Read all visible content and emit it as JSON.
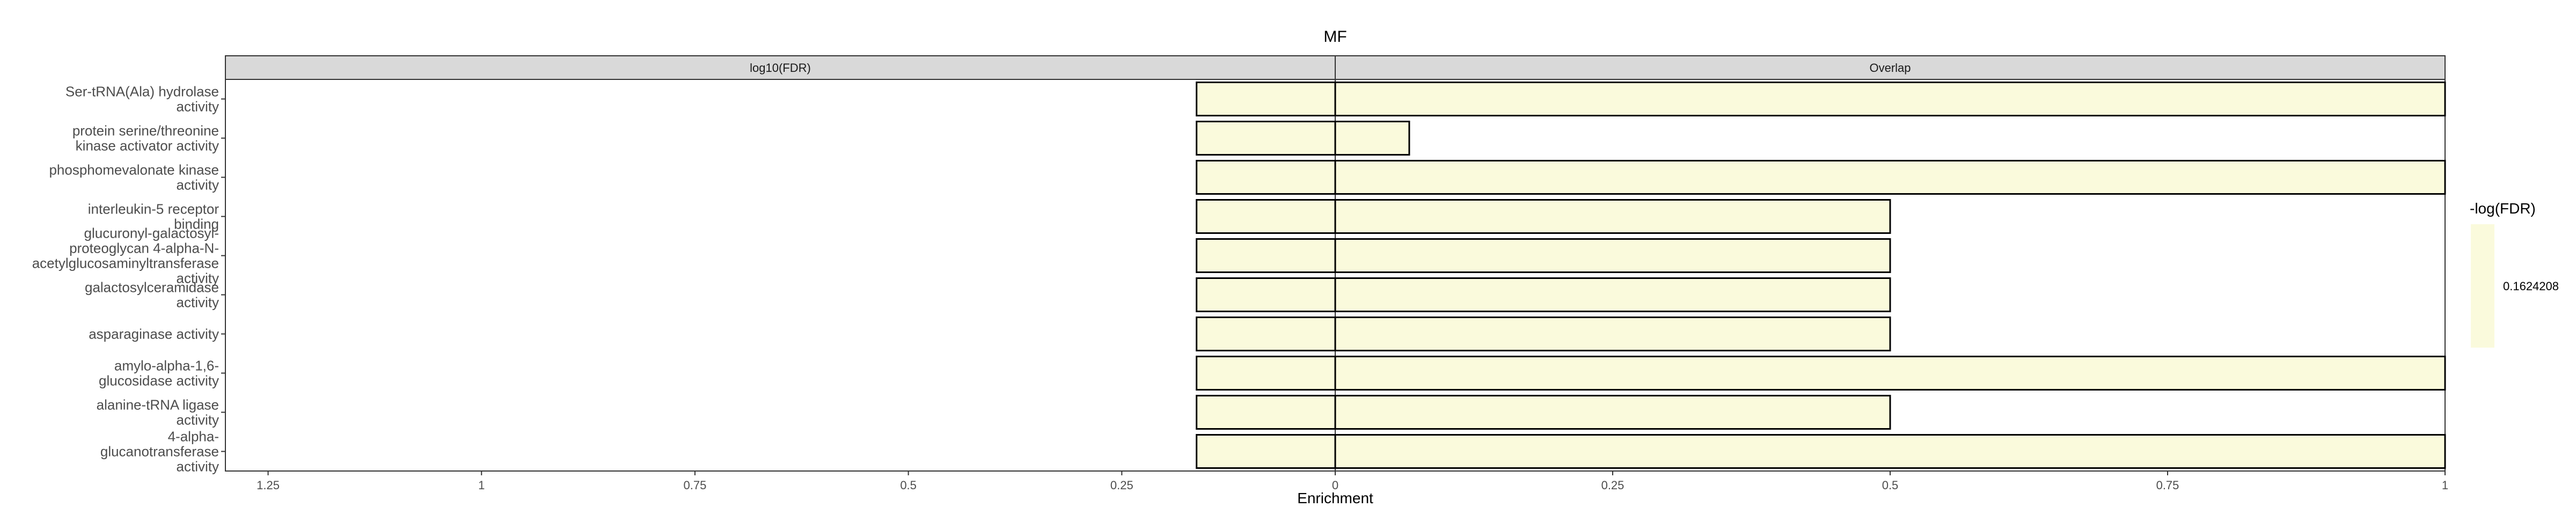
{
  "chart_data": {
    "type": "bar",
    "title": "MF",
    "xlabel": "Enrichment",
    "facets": [
      "log10(FDR)",
      "Overlap"
    ],
    "categories": [
      [
        "Ser-tRNA(Ala) hydrolase",
        "activity"
      ],
      [
        "protein serine/threonine",
        "kinase activator activity"
      ],
      [
        "phosphomevalonate kinase",
        "activity"
      ],
      [
        "interleukin-5 receptor",
        "binding"
      ],
      [
        "glucuronyl-galactosyl-",
        "proteoglycan 4-alpha-N-",
        "acetylglucosaminyltransferase",
        "activity"
      ],
      [
        "galactosylceramidase",
        "activity"
      ],
      [
        "asparaginase activity"
      ],
      [
        "amylo-alpha-1,6-",
        "glucosidase activity"
      ],
      [
        "alanine-tRNA ligase",
        "activity"
      ],
      [
        "4-alpha-",
        "glucanotransferase",
        "activity"
      ]
    ],
    "series": [
      {
        "name": "log10(FDR)",
        "values": [
          0.1624208,
          0.1624208,
          0.1624208,
          0.1624208,
          0.1624208,
          0.1624208,
          0.1624208,
          0.1624208,
          0.1624208,
          0.1624208
        ]
      },
      {
        "name": "Overlap",
        "values": [
          1,
          0.0667,
          1,
          0.5,
          0.5,
          0.5,
          0.5,
          1,
          0.5,
          1
        ]
      }
    ],
    "left_ticks": [
      "1.25",
      "1",
      "0.75",
      "0.5",
      "0.25",
      "0"
    ],
    "left_tick_values": [
      1.25,
      1,
      0.75,
      0.5,
      0.25,
      0
    ],
    "right_ticks": [
      "0.25",
      "0.5",
      "0.75",
      "1"
    ],
    "right_tick_values": [
      0.25,
      0.5,
      0.75,
      1
    ],
    "left_xlim": [
      1.3,
      0
    ],
    "right_xlim": [
      0,
      1
    ],
    "bar_fill": "#fafadc",
    "legend": {
      "title": "-log(FDR)",
      "value_label": "0.1624208",
      "position": "right"
    },
    "grid": false
  }
}
